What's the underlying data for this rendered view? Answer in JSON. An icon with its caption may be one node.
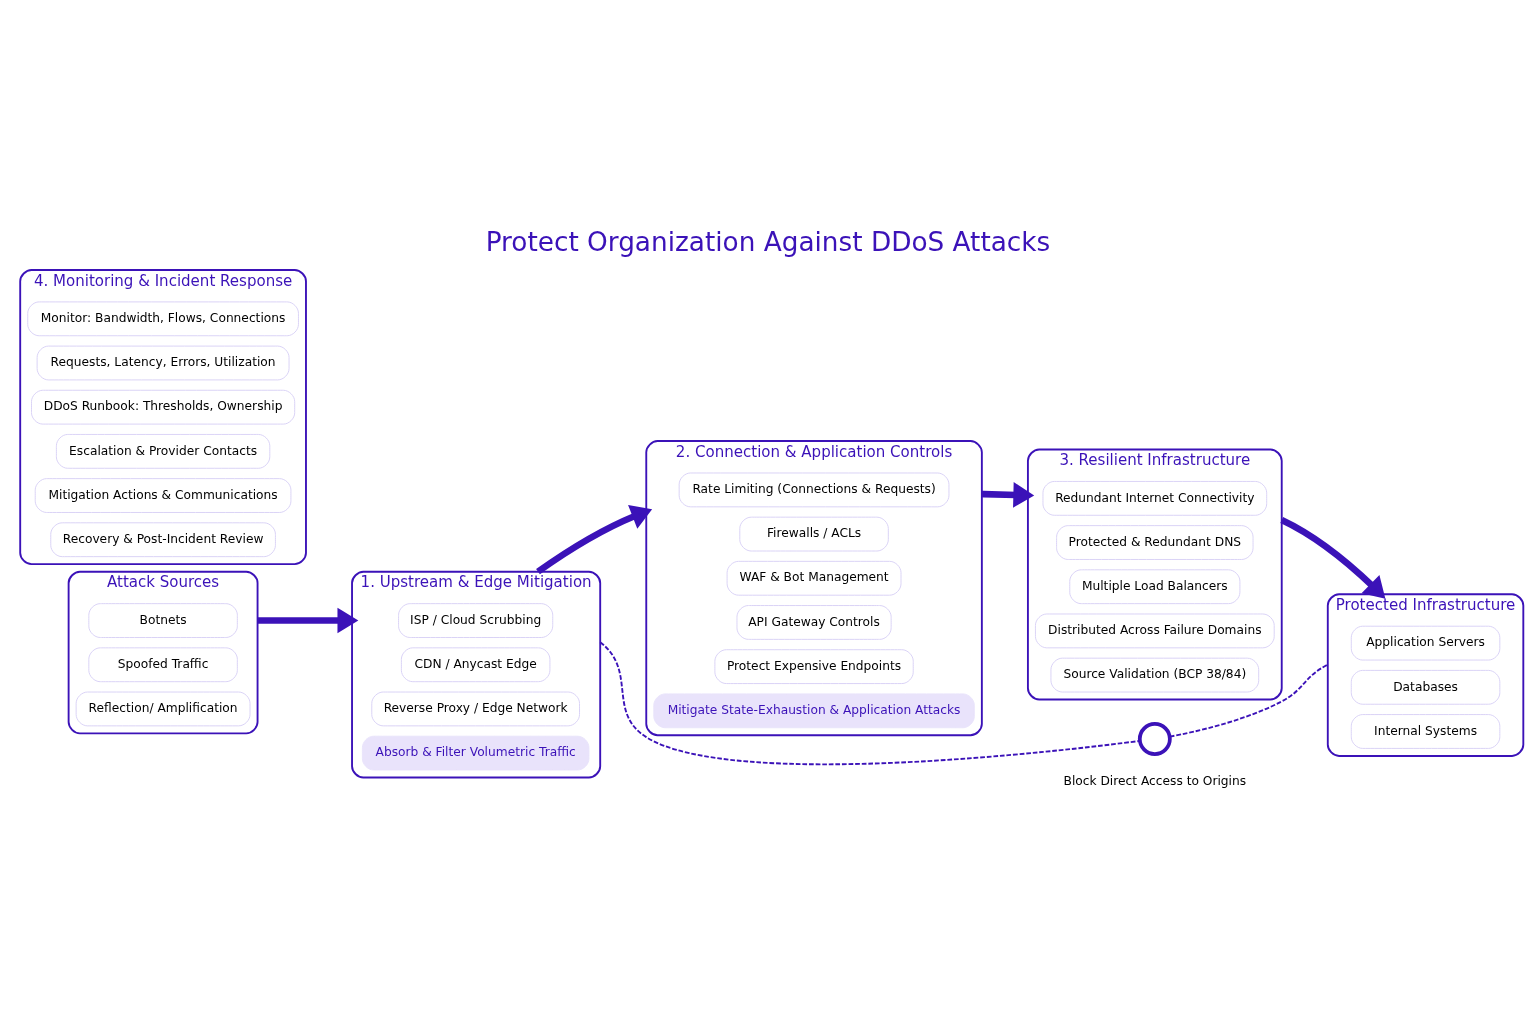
{
  "diagram": {
    "title": "Protect Organization Against DDoS Attacks",
    "nodes": [
      {
        "text": [
          "Attack Sources"
        ]
      },
      {
        "text": [
          "Botnets"
        ],
        "in": 0
      },
      {
        "text": [
          "Spoofed Traffic"
        ],
        "in": 0
      },
      {
        "text": [
          "Reflection/ Amplification"
        ],
        "in": 0
      },
      {
        "text": [
          "1. Upstream & Edge Mitigation"
        ]
      },
      {
        "text": [
          "ISP / Cloud Scrubbing"
        ],
        "in": 4
      },
      {
        "text": [
          "CDN / Anycast Edge"
        ],
        "in": 4
      },
      {
        "text": [
          "Reverse Proxy / Edge Network"
        ],
        "in": 4
      },
      {
        "text": [
          "Absorb & Filter Volumetric Traffic"
        ],
        "in": 4
      },
      {
        "text": [
          "2. Connection & Application Controls"
        ]
      },
      {
        "text": [
          "Rate Limiting (Connections & Requests)"
        ],
        "in": 9
      },
      {
        "text": [
          "Firewalls / ACLs"
        ],
        "in": 9
      },
      {
        "text": [
          "WAF & Bot Management"
        ],
        "in": 9
      },
      {
        "text": [
          "API Gateway Controls"
        ],
        "in": 9
      },
      {
        "text": [
          "Protect Expensive Endpoints"
        ],
        "in": 9
      },
      {
        "text": [
          "Mitigate State-Exhaustion & Application Attacks"
        ],
        "in": 9
      },
      {
        "text": [
          "3. Resilient Infrastructure"
        ]
      },
      {
        "text": [
          "Redundant Internet Connectivity"
        ],
        "in": 16
      },
      {
        "text": [
          "Protected & Redundant DNS"
        ],
        "in": 16
      },
      {
        "text": [
          "Multiple Load Balancers"
        ],
        "in": 16
      },
      {
        "text": [
          "Distributed Across Failure Domains"
        ],
        "in": 16
      },
      {
        "text": [
          "Source Validation (BCP 38/84)"
        ],
        "in": 16
      },
      {
        "text": [
          "Protected Infrastructure"
        ]
      },
      {
        "text": [
          "Application Servers"
        ],
        "in": 22
      },
      {
        "text": [
          "Databases"
        ],
        "in": 22
      },
      {
        "text": [
          "Internal Systems"
        ],
        "in": 22
      },
      {
        "text": [],
        "shape": "circle",
        "beside": [
          "Block Direct Access to Origins"
        ]
      },
      {
        "text": [
          "4. Monitoring & Incident Response"
        ]
      },
      {
        "text": [
          "Monitor: Bandwidth, Flows, Connections"
        ],
        "in": 27
      },
      {
        "text": [
          "Requests, Latency, Errors, Utilization"
        ],
        "in": 27
      },
      {
        "text": [
          "DDoS Runbook: Thresholds, Ownership"
        ],
        "in": 27
      },
      {
        "text": [
          "Escalation & Provider Contacts"
        ],
        "in": 27
      },
      {
        "text": [
          "Mitigation Actions & Communications"
        ],
        "in": 27
      },
      {
        "text": [
          "Recovery & Post-Incident Review"
        ],
        "in": 27
      }
    ],
    "edges": [
      {
        "from": 0,
        "to": 4,
        "arrow": "to"
      },
      {
        "from": 4,
        "to": 9,
        "arrow": "to"
      },
      {
        "from": 9,
        "to": 16,
        "arrow": "to"
      },
      {
        "from": 16,
        "to": 22,
        "arrow": "to"
      },
      {
        "from": 4,
        "to": 26,
        "arrow": "none",
        "style": "dashed"
      },
      {
        "from": 26,
        "to": 22,
        "arrow": "none",
        "style": "dashed"
      }
    ]
  }
}
